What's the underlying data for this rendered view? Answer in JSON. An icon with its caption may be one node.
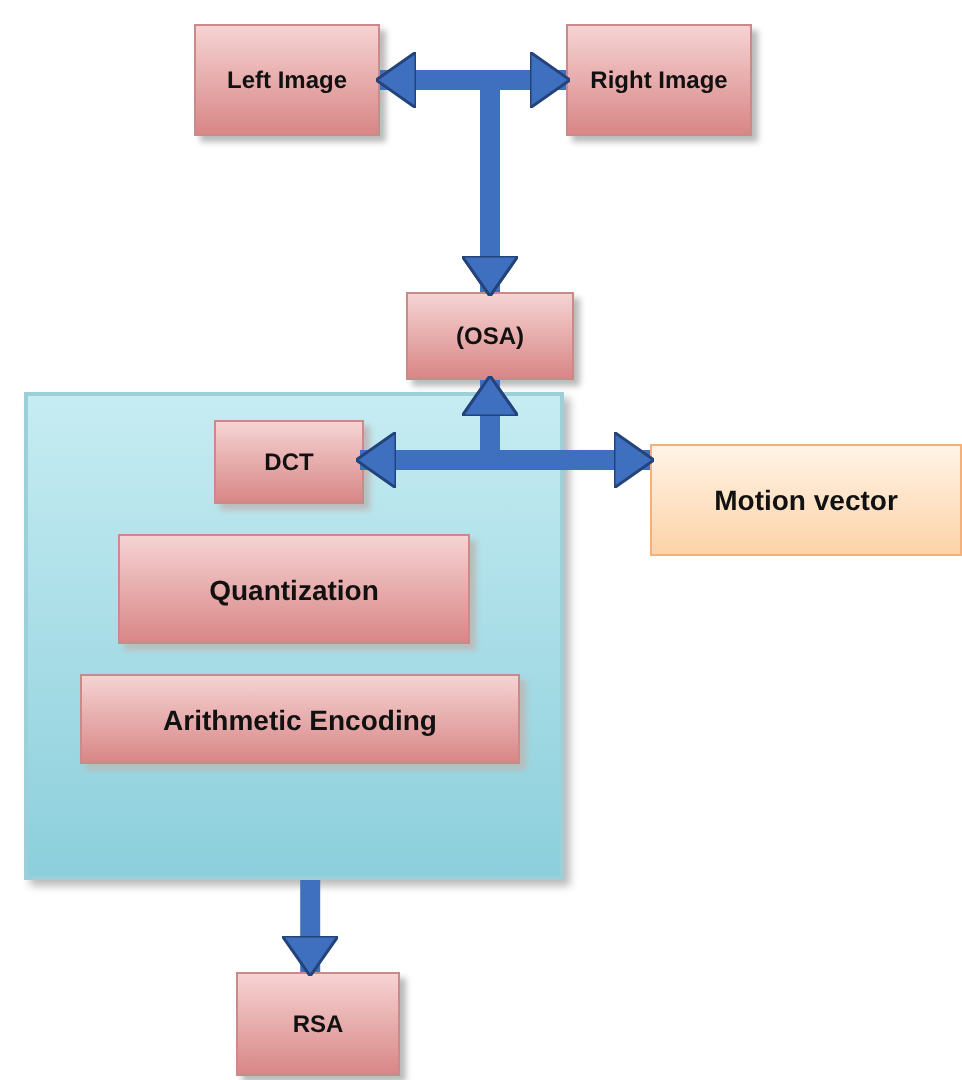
{
  "diagram": {
    "nodes": [
      {
        "text": [
          "Left Image"
        ]
      },
      {
        "text": [
          "Right Image"
        ]
      },
      {
        "text": [
          "(OSA)"
        ]
      },
      {
        "text": [],
        "shape": "box"
      },
      {
        "text": [
          "DCT"
        ],
        "in": 3
      },
      {
        "text": [
          "Quantization"
        ],
        "in": 3
      },
      {
        "text": [
          "Arithmetic Encoding"
        ],
        "in": 3
      },
      {
        "text": [
          "Motion vector"
        ]
      },
      {
        "text": [
          "RSA"
        ]
      }
    ],
    "edges": [
      {
        "from": 0,
        "to": 2,
        "arrow": "both"
      },
      {
        "from": 1,
        "to": 2,
        "arrow": "both"
      },
      {
        "from": 2,
        "to": 4,
        "arrow": "both"
      },
      {
        "from": 2,
        "to": 7,
        "arrow": "both"
      },
      {
        "from": 3,
        "to": 8,
        "arrow": "to"
      }
    ]
  }
}
